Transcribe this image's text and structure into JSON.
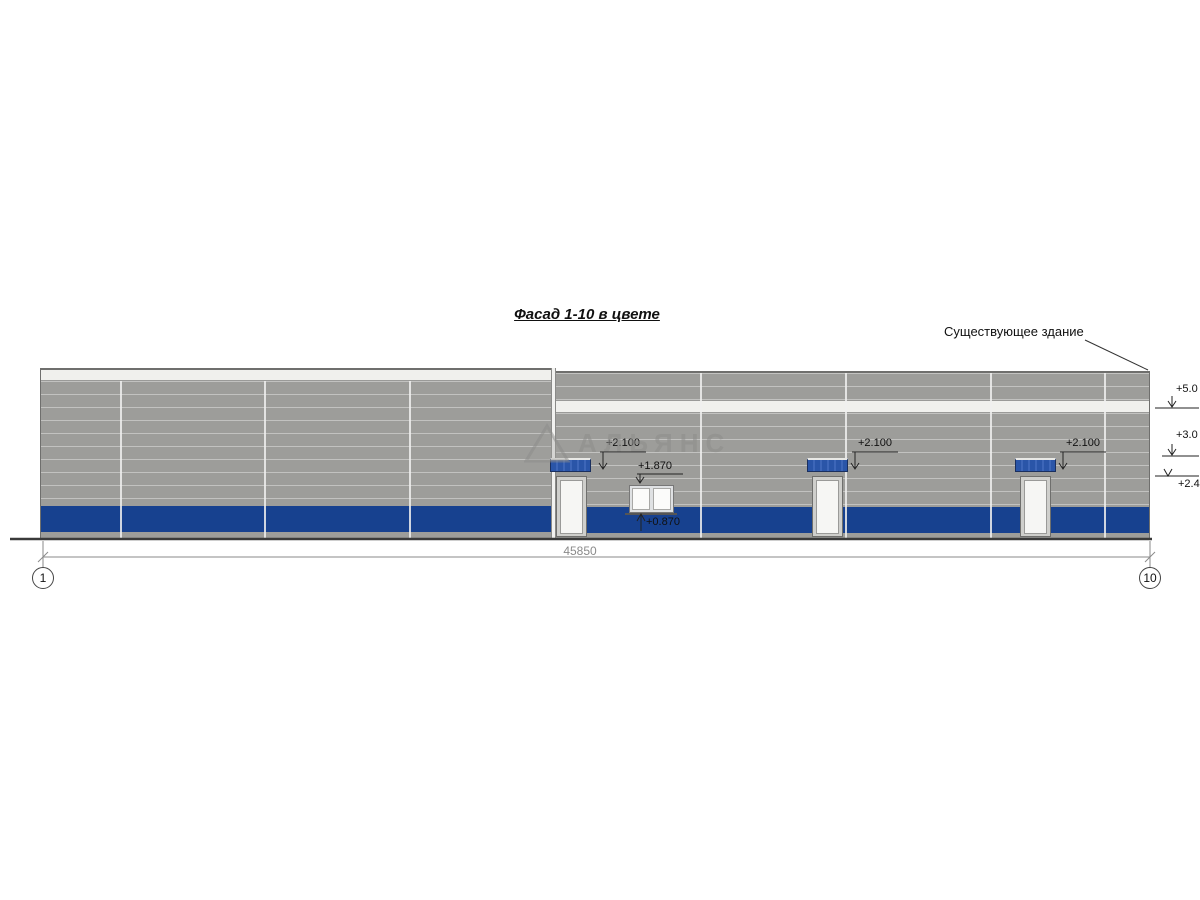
{
  "drawing": {
    "title": "Фасад 1-10 в цвете",
    "existing_building_label": "Существующее здание",
    "watermark_text": "АЛЬЯНС"
  },
  "dimension": {
    "total": "45850"
  },
  "grid": {
    "left_axis": "1",
    "right_axis": "10"
  },
  "elevations": {
    "right_marks": [
      "+5.0",
      "+3.0",
      "+2.4"
    ],
    "canopy_marks": [
      "+2.100",
      "+2.100",
      "+2.100"
    ],
    "window_top": "+1.870",
    "window_bottom": "+0.870"
  },
  "colors": {
    "wall-gray": "#9d9d9a",
    "base-blue": "#17418f",
    "canopy-blue": "#2a55a8",
    "band-white": "#f0f0ed",
    "line-dark": "#3a3a3a"
  }
}
